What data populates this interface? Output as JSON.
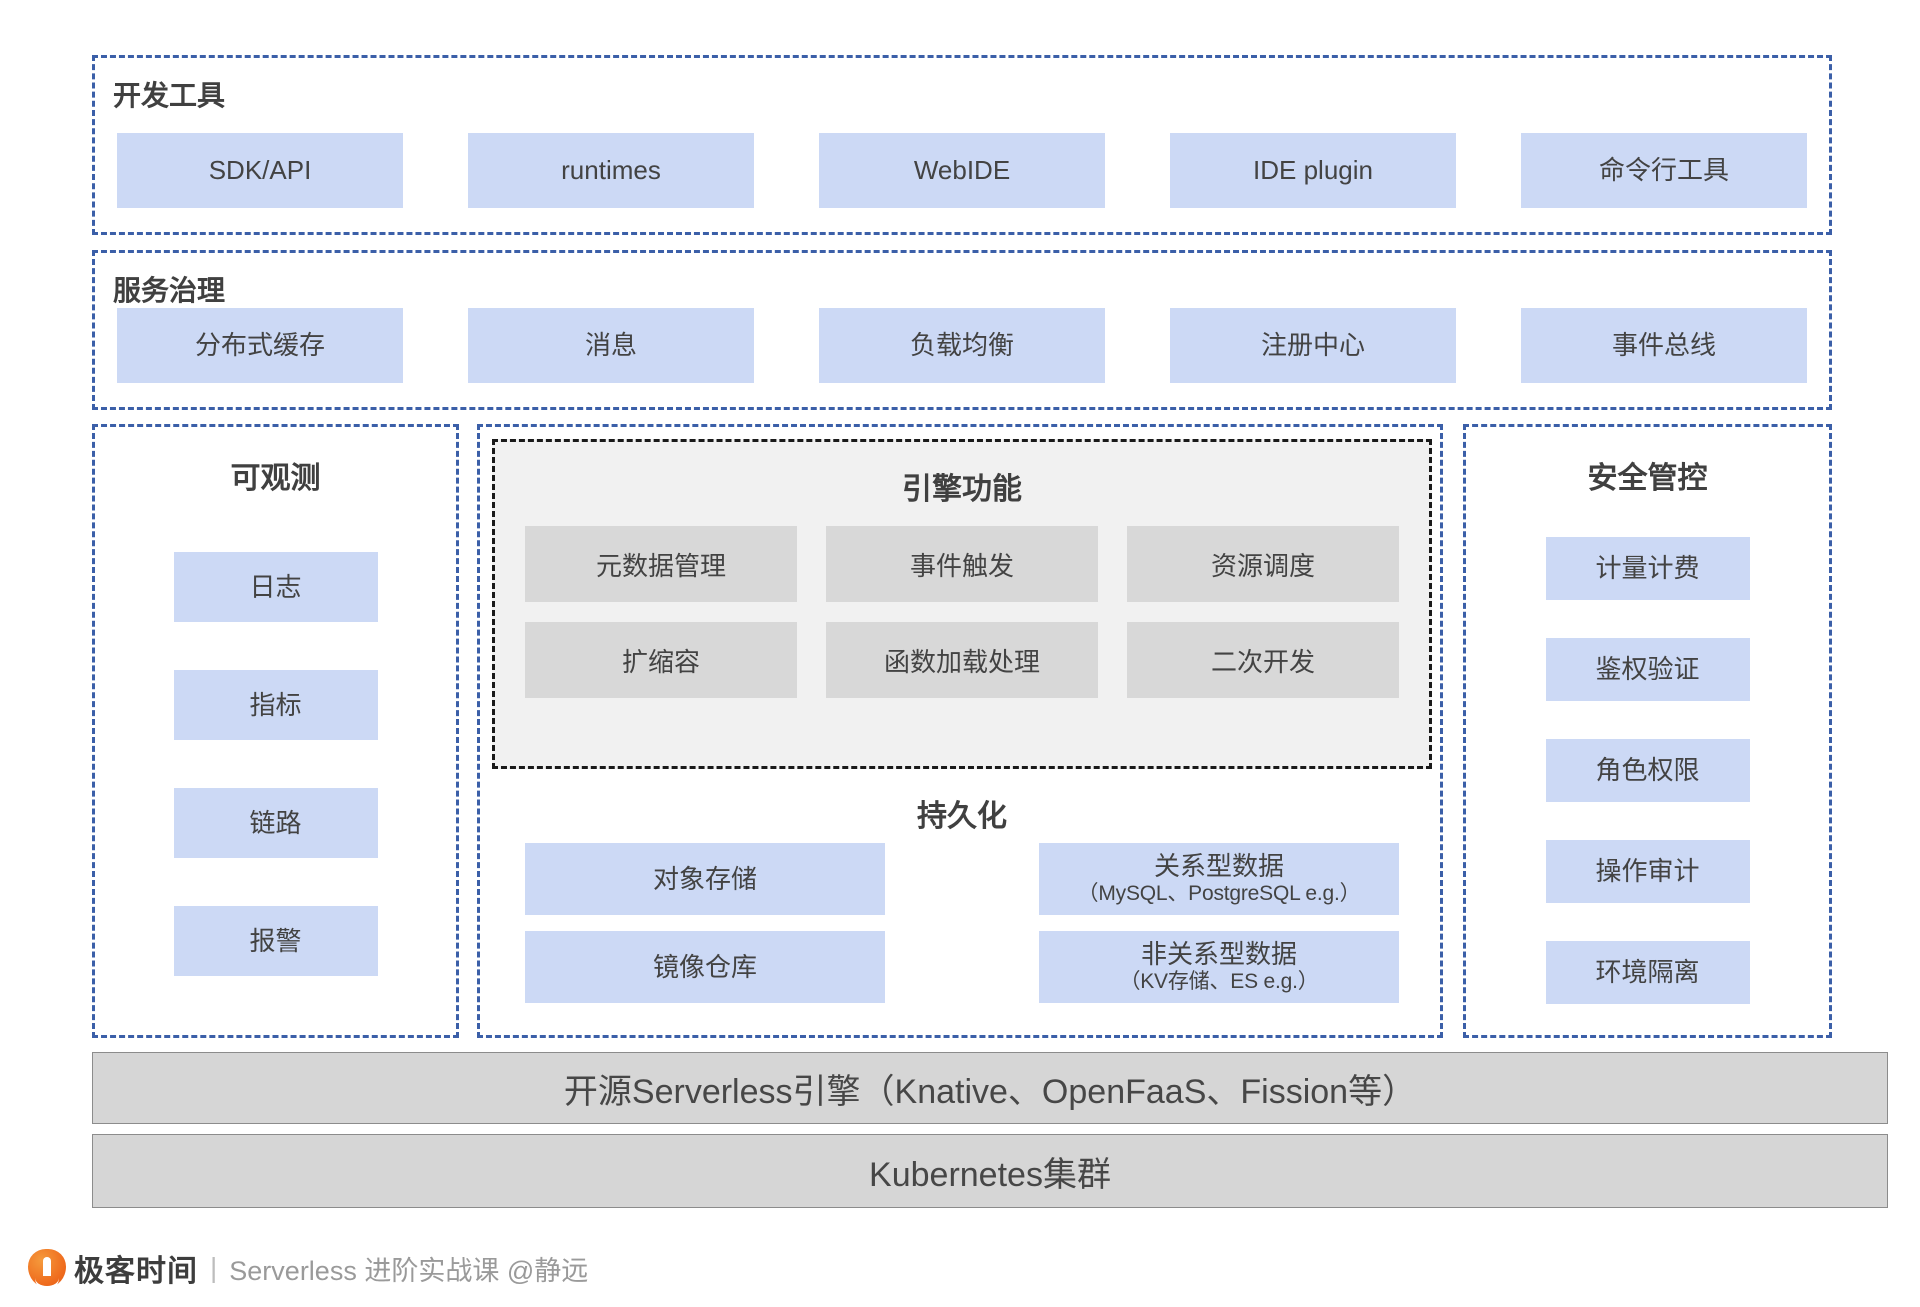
{
  "bands": [
    {
      "title": "开发工具",
      "items": [
        "SDK/API",
        "runtimes",
        "WebIDE",
        "IDE plugin",
        "命令行工具"
      ]
    },
    {
      "title": "服务治理",
      "items": [
        "分布式缓存",
        "消息",
        "负载均衡",
        "注册中心",
        "事件总线"
      ]
    }
  ],
  "observability": {
    "title": "可观测",
    "items": [
      "日志",
      "指标",
      "链路",
      "报警"
    ]
  },
  "security": {
    "title": "安全管控",
    "items": [
      "计量计费",
      "鉴权验证",
      "角色权限",
      "操作审计",
      "环境隔离"
    ]
  },
  "engine": {
    "title": "引擎功能",
    "rows": [
      [
        "元数据管理",
        "事件触发",
        "资源调度"
      ],
      [
        "扩缩容",
        "函数加载处理",
        "二次开发"
      ]
    ]
  },
  "persistence": {
    "title": "持久化",
    "rows": [
      [
        {
          "main": "对象存储",
          "sub": ""
        },
        {
          "main": "关系型数据",
          "sub": "（MySQL、PostgreSQL e.g.）"
        }
      ],
      [
        {
          "main": "镜像仓库",
          "sub": ""
        },
        {
          "main": "非关系型数据",
          "sub": "（KV存储、ES e.g.）"
        }
      ]
    ]
  },
  "foundation": [
    "开源Serverless引擎（Knative、OpenFaaS、Fission等）",
    "Kubernetes集群"
  ],
  "footer": {
    "brand": "极客时间",
    "separator": "|",
    "course": "Serverless 进阶实战课 @静远",
    "logo_icon": "geek-time-pin-logo"
  },
  "colors": {
    "chip_blue": "#ccd9f5",
    "chip_grey": "#d8d8d8",
    "dash_blue": "#3b5fa8",
    "dash_black": "#1a1a1a",
    "bar_grey": "#d6d6d6",
    "brand_orange": "#ef6c1e"
  }
}
